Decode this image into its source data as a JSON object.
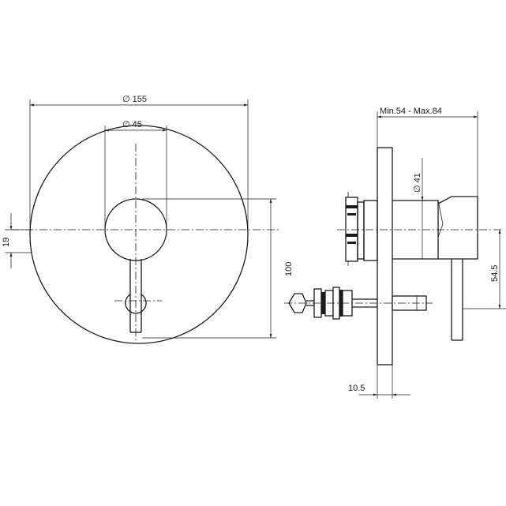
{
  "dimensions": {
    "plate_diameter": "∅ 155",
    "handle_diameter": "∅ 45",
    "depth_range": "Min.54 - Max.84",
    "body_diameter": "∅ 41",
    "offset_height": "19",
    "overall_height": "100",
    "side_height": "54.5",
    "plate_thickness": "10.5"
  }
}
